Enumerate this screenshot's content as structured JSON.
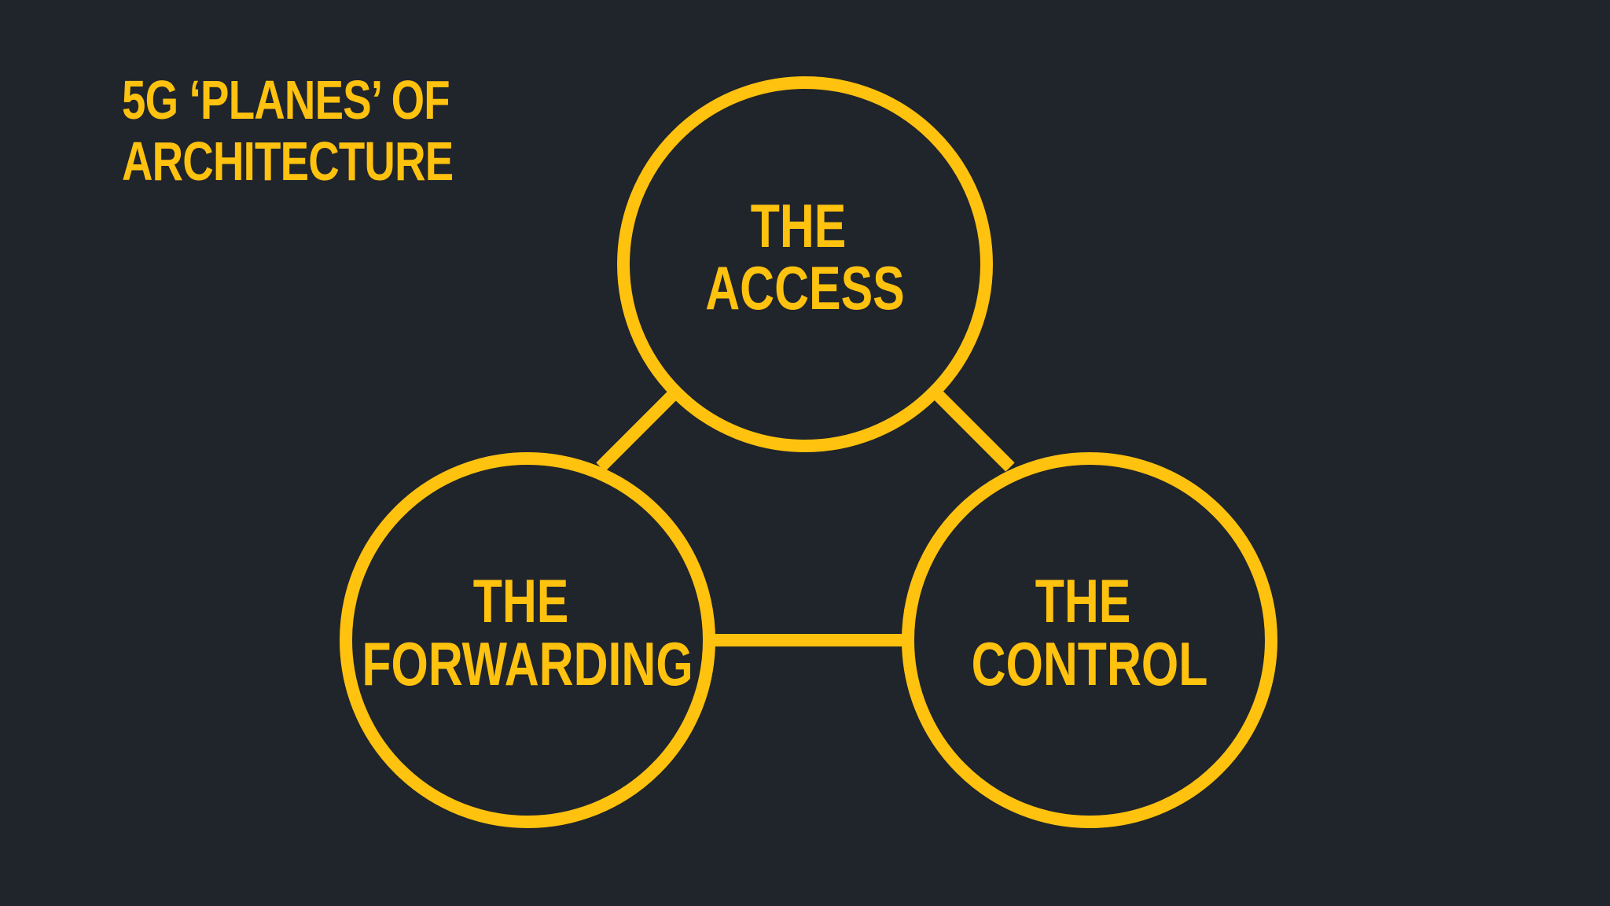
{
  "title": {
    "line1": "5G ‘PLANES’ OF",
    "line2": "ARCHITECTURE"
  },
  "nodes": {
    "access": {
      "line1": "THE",
      "line2": "ACCESS"
    },
    "forwarding": {
      "line1": "THE",
      "line2": "FORWARDING"
    },
    "control": {
      "line1": "THE",
      "line2": "CONTROL"
    }
  },
  "colors": {
    "background": "#20242b",
    "accent": "#ffc20e"
  }
}
